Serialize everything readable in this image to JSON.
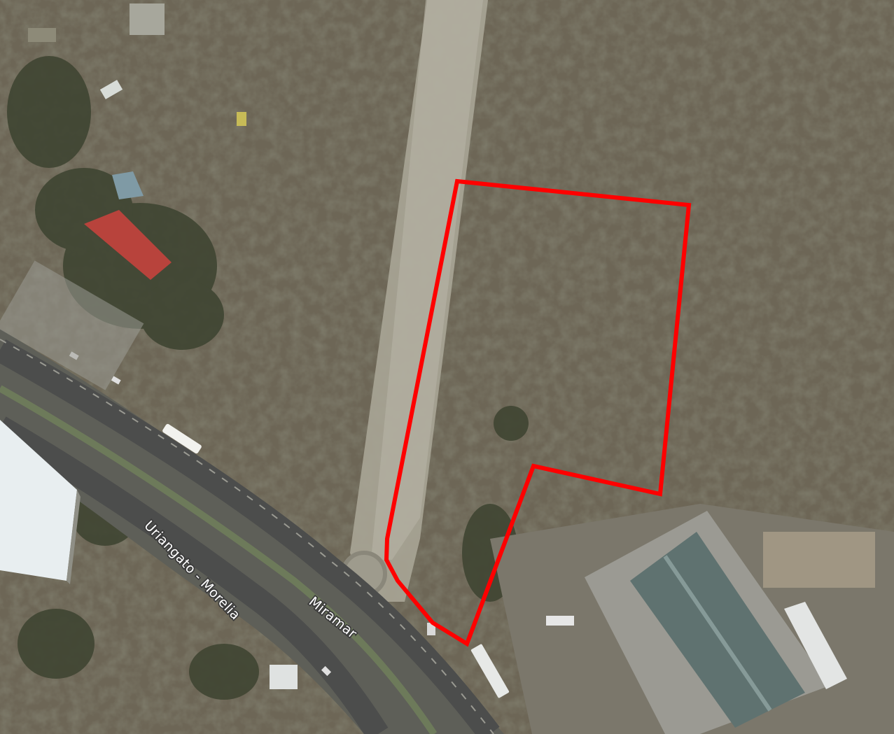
{
  "map": {
    "labels": {
      "highway": "Uriangato - Morelia",
      "street": "Miramar"
    },
    "colors": {
      "boundary": "#ff0000",
      "terrain": "#6d6656",
      "vegetation": "#4a4a36",
      "dirt_road": "#a8a596",
      "asphalt": "#4c4d4c",
      "warehouse_roof": "#e8eef0",
      "greenhouse_roof": "#5f7270",
      "red_roof": "#b8433c"
    },
    "icons": {
      "boundary": "property-boundary-outline"
    }
  }
}
